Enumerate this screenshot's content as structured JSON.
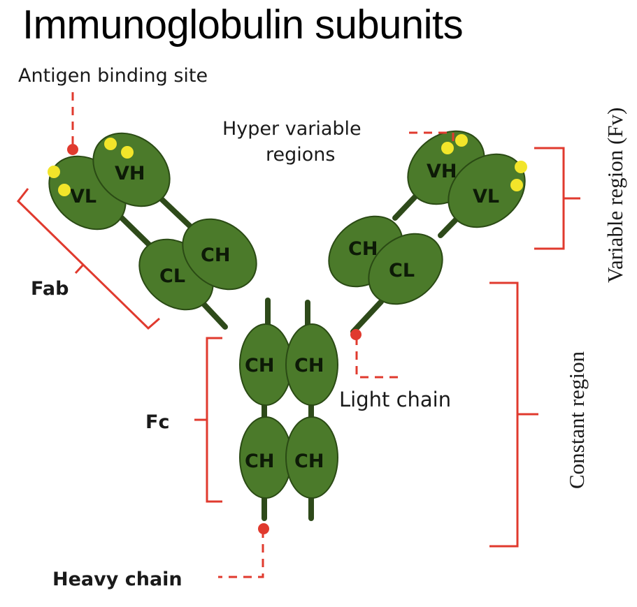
{
  "title": "Immunoglobulin subunits",
  "labels": {
    "antigen_binding_site": "Antigen binding site",
    "hypervariable_line1": "Hyper variable",
    "hypervariable_line2": "regions",
    "fab": "Fab",
    "fc": "Fc",
    "light_chain": "Light chain",
    "heavy_chain": "Heavy chain",
    "variable_region": "Variable region (Fv)",
    "constant_region": "Constant region"
  },
  "domains": {
    "vh": "VH",
    "vl": "VL",
    "ch": "CH",
    "cl": "CL"
  },
  "colors": {
    "domain_fill": "#4b7a2a",
    "domain_stroke": "#2a4a14",
    "chain": "#2e4a1a",
    "annotation": "#e03a2e",
    "hypervariable_dot": "#f2e52a"
  }
}
